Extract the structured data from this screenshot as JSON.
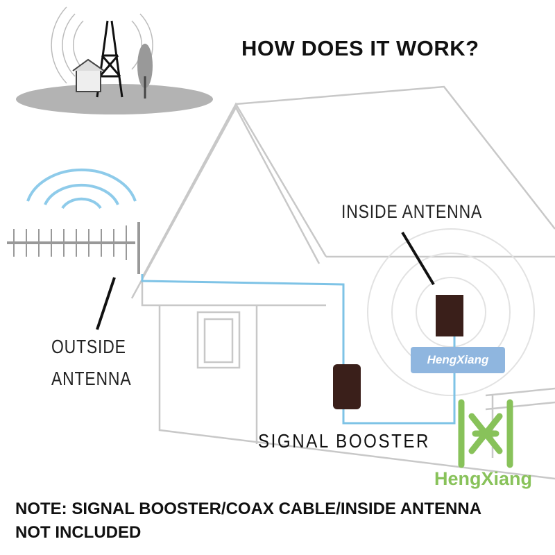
{
  "title": "HOW DOES IT WORK?",
  "labels": {
    "inside_antenna": "INSIDE ANTENNA",
    "outside_antenna_line1": "OUTSIDE",
    "outside_antenna_line2": "ANTENNA",
    "signal_booster": "SIGNAL BOOSTER"
  },
  "watermark": "HengXiang",
  "logo_text": "HengXiang",
  "note": {
    "line1": "NOTE: SIGNAL BOOSTER/COAX CABLE/INSIDE ANTENNA",
    "line2": "NOT INCLUDED"
  },
  "colors": {
    "cable": "#7ec3e6",
    "logo": "#88c25a",
    "device": "#3a1f1a",
    "outline": "#c8c8c8"
  }
}
